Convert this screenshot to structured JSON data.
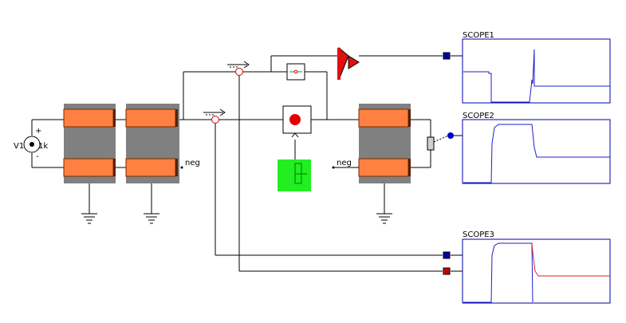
{
  "source": {
    "name": "V1",
    "value": "1k",
    "plus": "+",
    "minus": "-"
  },
  "labels": {
    "neg_left": "neg",
    "neg_right": "neg"
  },
  "scopes": [
    {
      "title": "SCOPE1",
      "trace_color": "#1f1fcc"
    },
    {
      "title": "SCOPE2",
      "trace_color": "#1f1fcc"
    },
    {
      "title": "SCOPE3",
      "trace_colors": [
        "#1f1fcc",
        "#e02020"
      ]
    }
  ],
  "colors": {
    "block_body": "#808080",
    "plate": "#ff8040",
    "plate_border": "#7a2a00",
    "wire": "#000000",
    "scope_border": "#0000aa",
    "trace_blue": "#1f1fcc",
    "trace_red": "#e02020",
    "amplifier": "#e01010",
    "control_green": "#22ee22",
    "port_blue": "#0000aa",
    "port_red": "#cc0000"
  },
  "icons": [
    "voltage-source-icon",
    "ground-icon",
    "current-sensor-icon",
    "switch-icon",
    "amplifier-icon",
    "lamp-icon",
    "probe-icon"
  ]
}
